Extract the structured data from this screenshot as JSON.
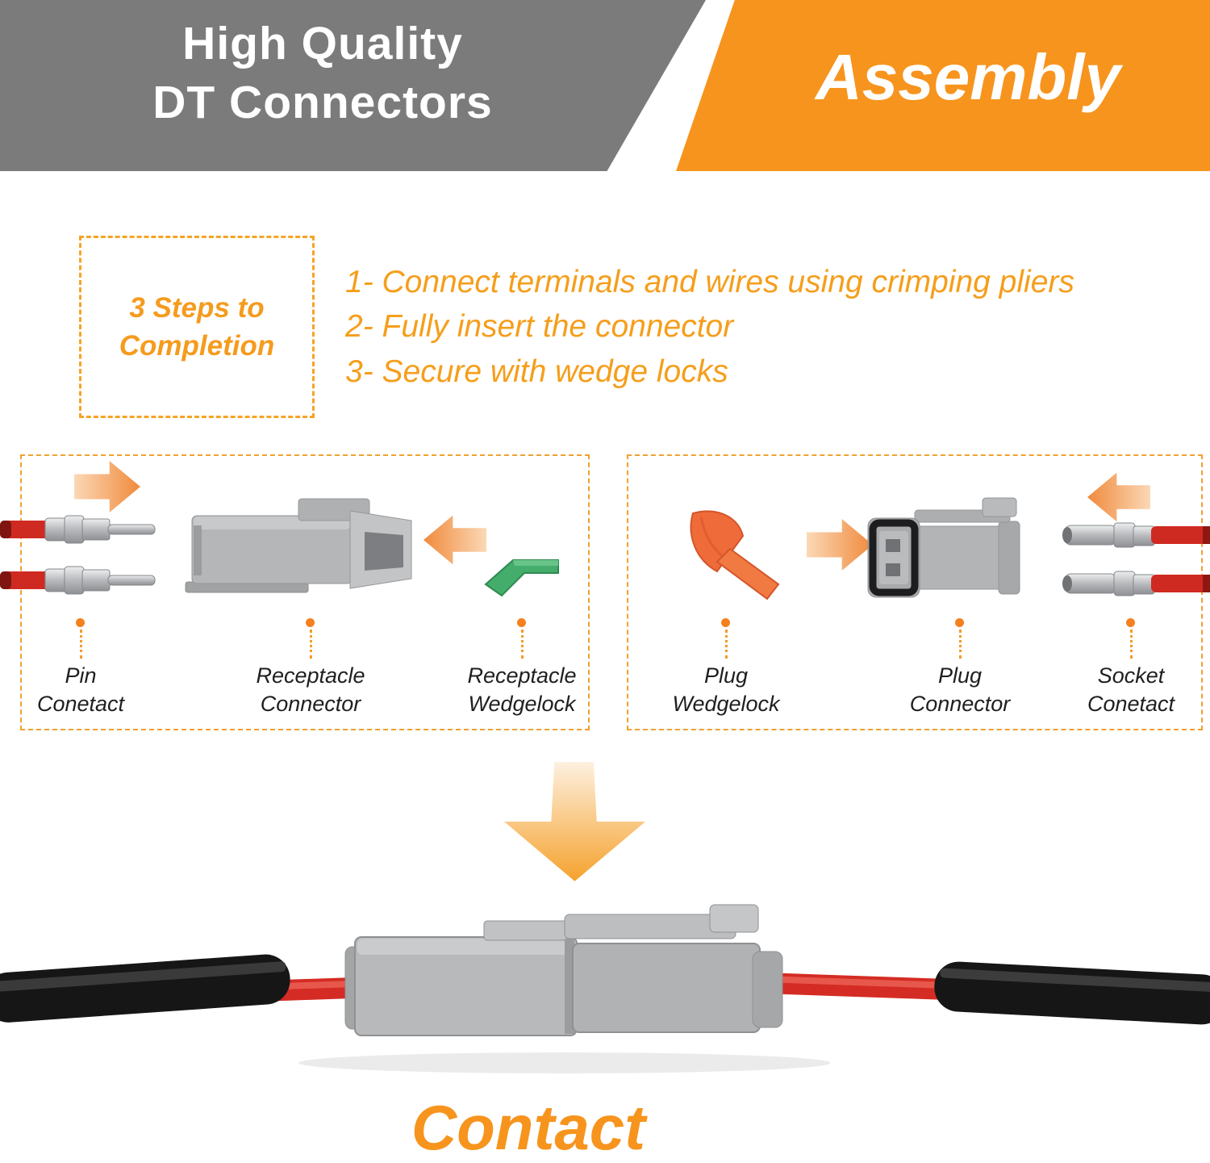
{
  "header": {
    "title_line1": "High Quality",
    "title_line2": "DT Connectors",
    "badge": "Assembly"
  },
  "steps": {
    "box_line1": "3 Steps to",
    "box_line2": "Completion",
    "items": [
      "1- Connect terminals and wires using crimping pliers",
      "2- Fully insert the connector",
      "3- Secure with wedge locks"
    ]
  },
  "parts": {
    "left": [
      {
        "line1": "Pin",
        "line2": "Conetact"
      },
      {
        "line1": "Receptacle",
        "line2": "Connector"
      },
      {
        "line1": "Receptacle",
        "line2": "Wedgelock"
      }
    ],
    "right": [
      {
        "line1": "Plug",
        "line2": "Wedgelock"
      },
      {
        "line1": "Plug",
        "line2": "Connector"
      },
      {
        "line1": "Socket",
        "line2": "Conetact"
      }
    ]
  },
  "footer": {
    "caption": "Contact"
  },
  "colors": {
    "accent_orange": "#f7941d",
    "header_gray": "#7b7b7b",
    "wedgelock_green": "#44ad6b",
    "wedgelock_orange": "#ef6b3a",
    "wire_red": "#d42c24",
    "connector_gray": "#b7b9bb"
  }
}
